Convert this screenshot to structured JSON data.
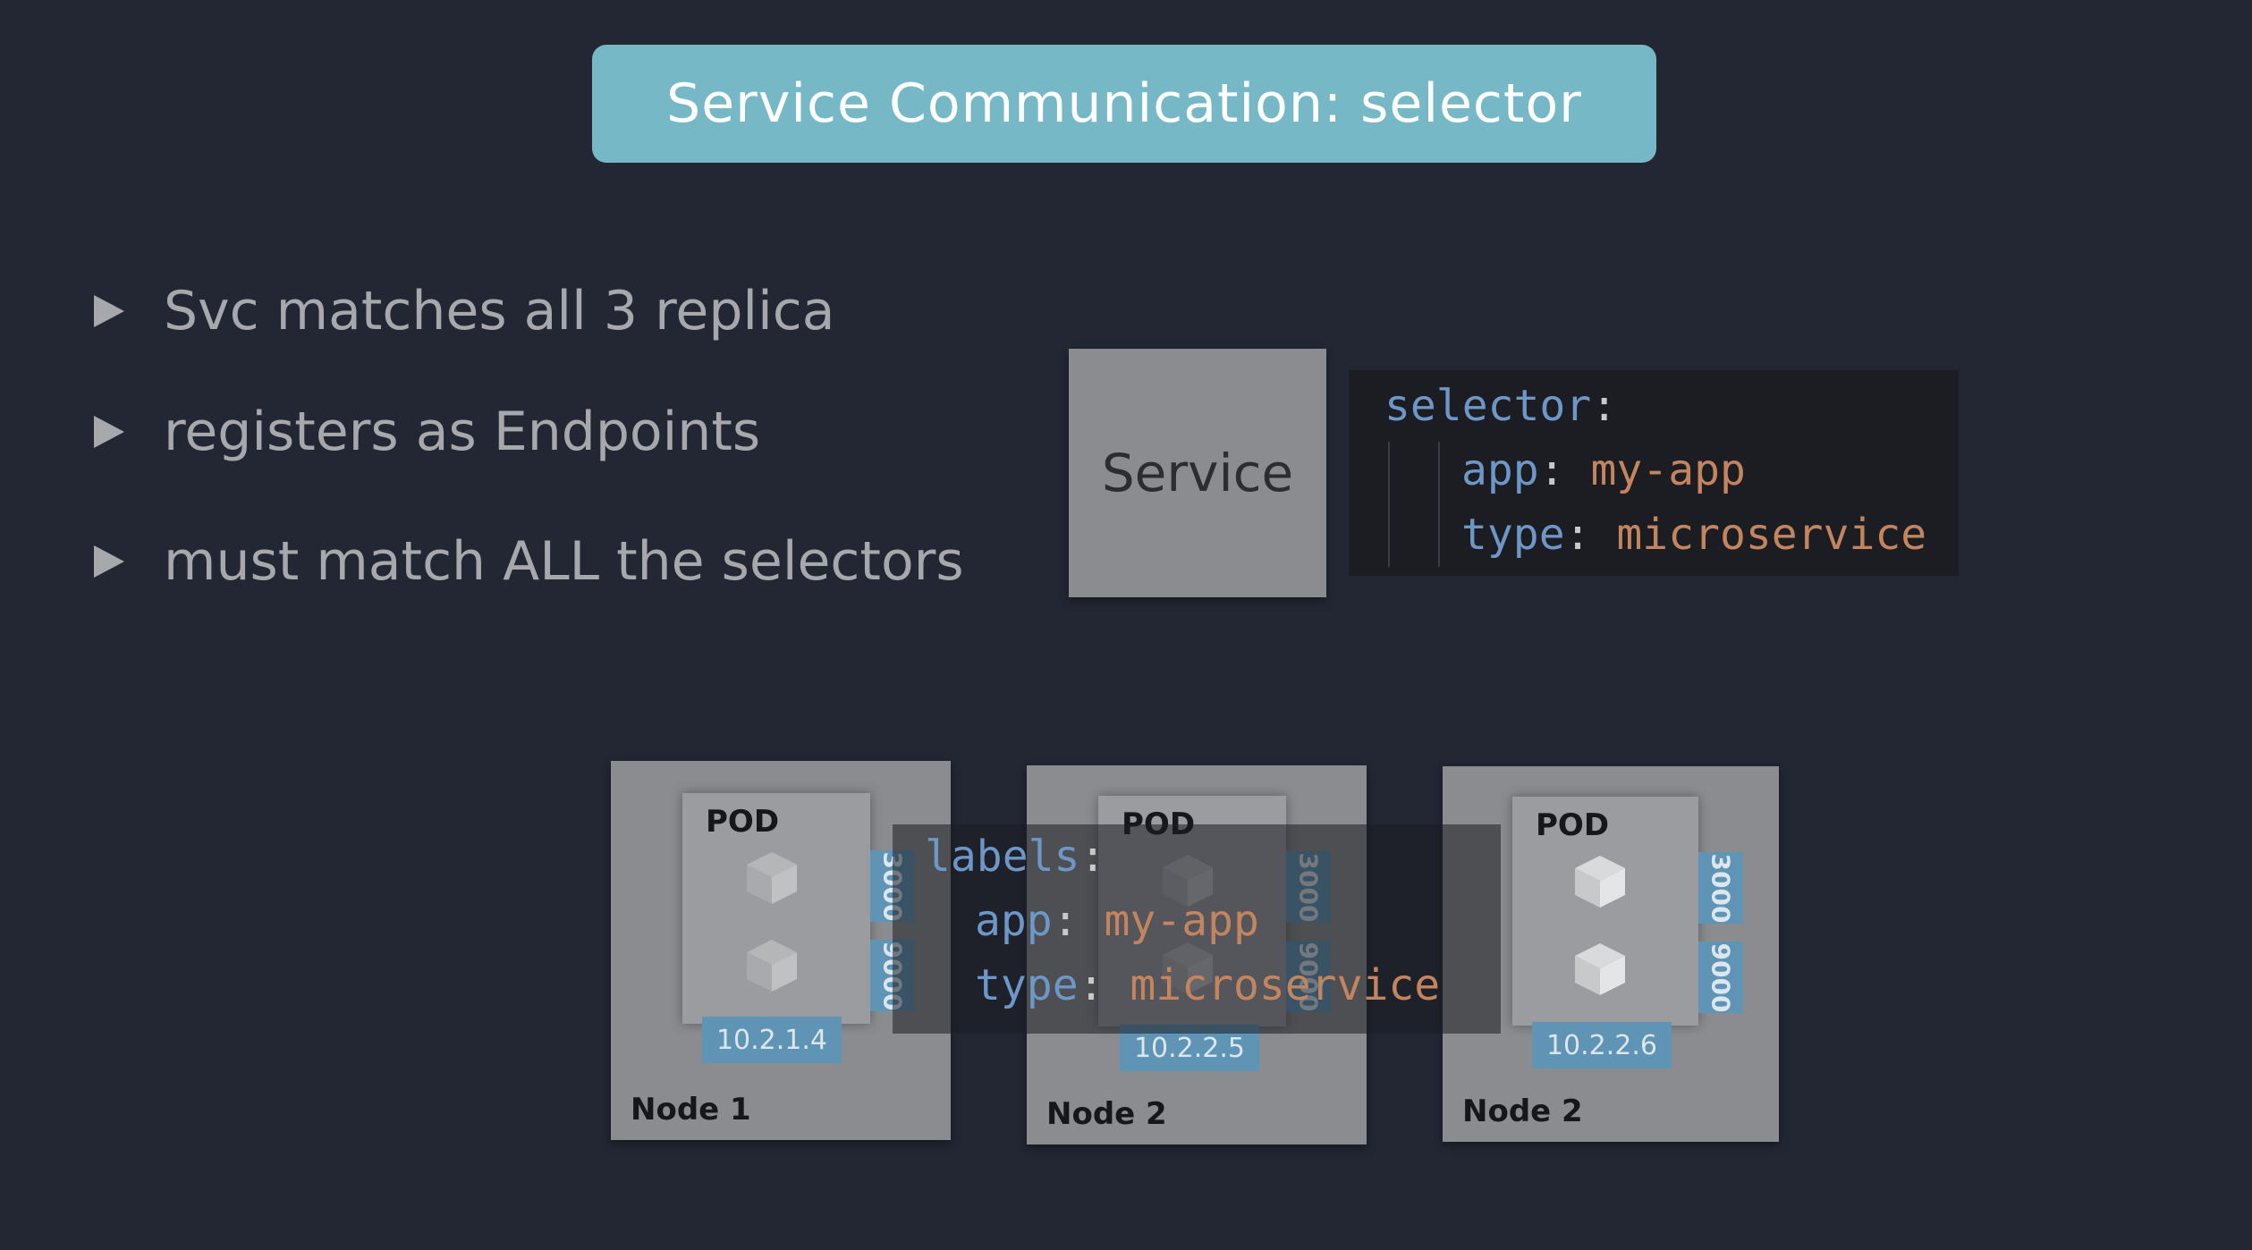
{
  "title": "Service Communication: selector",
  "bullets": [
    "Svc matches all 3 replica",
    "registers as Endpoints",
    "must match ALL the selectors"
  ],
  "service": {
    "label": "Service"
  },
  "selector_yaml": {
    "key": "selector",
    "lines": [
      {
        "key": "app",
        "value": "my-app"
      },
      {
        "key": "type",
        "value": "microservice"
      }
    ]
  },
  "labels_yaml": {
    "key": "labels",
    "lines": [
      {
        "key": "app",
        "value": "my-app"
      },
      {
        "key": "type",
        "value": "microservice"
      }
    ]
  },
  "nodes": [
    {
      "name": "Node 1",
      "pod": "POD",
      "ip": "10.2.1.4",
      "ports": [
        "3000",
        "9000"
      ]
    },
    {
      "name": "Node 2",
      "pod": "POD",
      "ip": "10.2.2.5",
      "ports": [
        "3000",
        "9000"
      ]
    },
    {
      "name": "Node 2",
      "pod": "POD",
      "ip": "10.2.2.6",
      "ports": [
        "3000",
        "9000"
      ]
    }
  ],
  "colors": {
    "background": "#232733",
    "banner": "#76b8c6",
    "yaml_key": "#6e97c7",
    "yaml_value": "#c38560",
    "badge": "#5f94b4"
  }
}
